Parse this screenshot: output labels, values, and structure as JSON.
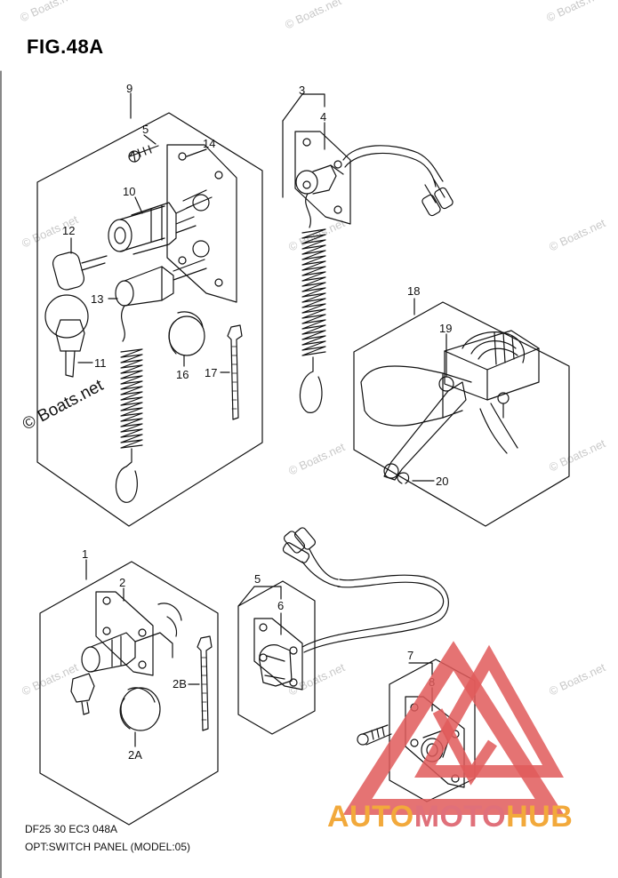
{
  "figure": {
    "title": "FIG.48A",
    "footer_code": "DF25 30 EC3  048A",
    "footer_desc": "OPT:SWITCH PANEL (MODEL:05)"
  },
  "watermark": {
    "text": "© Boats.net",
    "big_text": "© Boats.net"
  },
  "brand": {
    "part1": "AUTO",
    "part2": "MOTO",
    "part3": "HUB",
    "triangle_color": "#e05a5a"
  },
  "callouts": [
    {
      "id": "c9",
      "label": "9"
    },
    {
      "id": "c3",
      "label": "3"
    },
    {
      "id": "c4",
      "label": "4"
    },
    {
      "id": "c5a",
      "label": "5"
    },
    {
      "id": "c14",
      "label": "14"
    },
    {
      "id": "c10",
      "label": "10"
    },
    {
      "id": "c12",
      "label": "12"
    },
    {
      "id": "c13",
      "label": "13"
    },
    {
      "id": "c16",
      "label": "16"
    },
    {
      "id": "c17",
      "label": "17"
    },
    {
      "id": "c11",
      "label": "11"
    },
    {
      "id": "c18",
      "label": "18"
    },
    {
      "id": "c19",
      "label": "19"
    },
    {
      "id": "c20",
      "label": "20"
    },
    {
      "id": "c1",
      "label": "1"
    },
    {
      "id": "c2",
      "label": "2"
    },
    {
      "id": "c2b",
      "label": "2B"
    },
    {
      "id": "c2a",
      "label": "2A"
    },
    {
      "id": "c5b",
      "label": "5"
    },
    {
      "id": "c6",
      "label": "6"
    },
    {
      "id": "c7",
      "label": "7"
    },
    {
      "id": "c8",
      "label": "8"
    }
  ]
}
